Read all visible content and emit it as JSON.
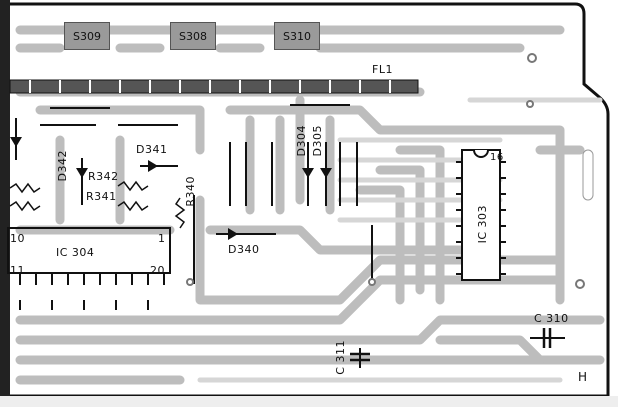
{
  "switches": [
    {
      "id": "s309",
      "label": "S309"
    },
    {
      "id": "s308",
      "label": "S308"
    },
    {
      "id": "s310",
      "label": "S310"
    }
  ],
  "labels": {
    "fl1": "FL1",
    "d342": "D342",
    "d341": "D341",
    "r342": "R342",
    "r341": "R341",
    "r340": "R340",
    "d304": "D304",
    "d305": "D305",
    "d340": "D340",
    "ic304": "IC 304",
    "ic304_pin10": "10",
    "ic304_pin1": "1",
    "ic304_pin11": "11",
    "ic304_pin20": "20",
    "ic303": "IC 303",
    "ic303_pin16": "16",
    "c310": "C 310",
    "c311": "C 311",
    "corner_mark": "H"
  },
  "colors": {
    "trace": "#bdbdbd",
    "pad": "#a8a8a8",
    "ink": "#111111",
    "board_edge": "#111111"
  }
}
